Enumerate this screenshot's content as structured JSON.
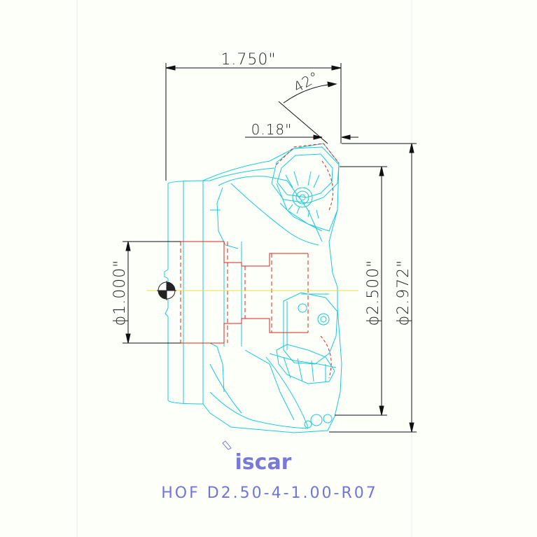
{
  "drawing": {
    "dimensions": {
      "overall_length": "1.750\"",
      "lead_angle": "42°",
      "chamfer": "0.18\"",
      "bore_diameter": "ϕ1.000\"",
      "cutting_diameter": "ϕ2.500\"",
      "max_diameter": "ϕ2.972\""
    },
    "logo": "iscar",
    "part_number": "HOF D2.50-4-1.00-R07"
  },
  "colors": {
    "outline": "#19c9d9",
    "hidden": "#e02020",
    "dimension": "#111111",
    "centerline": "#e8e040",
    "logo": "#7a7ad6"
  }
}
